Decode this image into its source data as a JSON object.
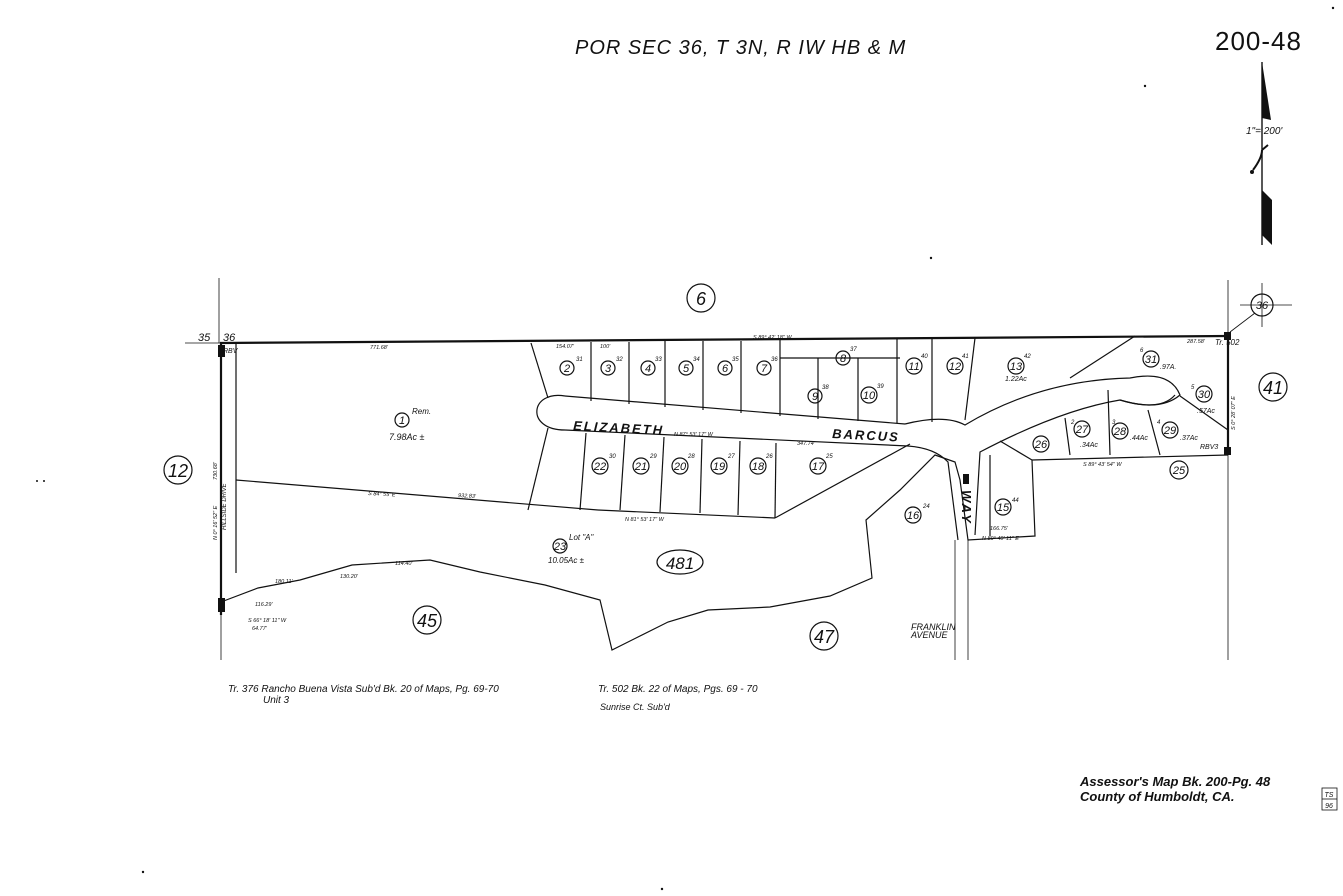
{
  "header": {
    "title": "POR SEC 36, T 3N, R IW  HB & M",
    "map_number": "200-48",
    "scale": "1\"= 200'"
  },
  "parcels": {
    "main_book_page": "481",
    "adjacent": [
      "6",
      "12",
      "45",
      "47",
      "41",
      "36",
      "25"
    ],
    "lots": [
      {
        "circle": "1",
        "upper": "",
        "lower": "7.98Ac ±",
        "note": "Rem."
      },
      {
        "circle": "2",
        "upper": "31"
      },
      {
        "circle": "3",
        "upper": "32"
      },
      {
        "circle": "4",
        "upper": "33"
      },
      {
        "circle": "5",
        "upper": "34"
      },
      {
        "circle": "6",
        "upper": "35"
      },
      {
        "circle": "7",
        "upper": "36"
      },
      {
        "circle": "8",
        "upper": "37"
      },
      {
        "circle": "9",
        "upper": "38"
      },
      {
        "circle": "10",
        "upper": "39"
      },
      {
        "circle": "11",
        "upper": "40"
      },
      {
        "circle": "12",
        "upper": "41"
      },
      {
        "circle": "13",
        "upper": "42",
        "lower": "1.22Ac"
      },
      {
        "circle": "15",
        "upper": "44"
      },
      {
        "circle": "16",
        "upper": "24"
      },
      {
        "circle": "17",
        "upper": "25"
      },
      {
        "circle": "18",
        "upper": "26"
      },
      {
        "circle": "19",
        "upper": "27"
      },
      {
        "circle": "20",
        "upper": "28"
      },
      {
        "circle": "21",
        "upper": "29"
      },
      {
        "circle": "22",
        "upper": "30"
      },
      {
        "circle": "23",
        "upper": "Lot \"A\"",
        "lower": "10.05Ac ±"
      },
      {
        "circle": "26",
        "upper": ""
      },
      {
        "circle": "27",
        "upper": "2",
        "lower": ".34Ac"
      },
      {
        "circle": "28",
        "upper": "3",
        "lower": ".44Ac"
      },
      {
        "circle": "29",
        "upper": "4",
        "lower": ".37Ac"
      },
      {
        "circle": "30",
        "upper": "5",
        "lower": ".57Ac"
      },
      {
        "circle": "31",
        "upper": "6",
        "lower": ".97A."
      }
    ]
  },
  "streets": {
    "elizabeth": "ELIZABETH",
    "barcus": "BARCUS",
    "way": "WAY",
    "franklin": "FRANKLIN",
    "avenue": "AVENUE",
    "hillside": "HILLSIDE DRIVE"
  },
  "section_corner": {
    "left": "35",
    "right": "36"
  },
  "survey_notes": {
    "tr376_line1": "Tr. 376 Rancho Buena Vista Sub'd Bk. 20 of Maps, Pg. 69-70",
    "tr376_line2": "Unit 3",
    "tr502_line1": "Tr. 502 Bk. 22 of Maps, Pgs. 69 - 70",
    "tr502_line2": "Sunrise Ct. Sub'd",
    "tr502_label": "Tr. 502",
    "rbv": "RBV",
    "rbv3": "RBV3"
  },
  "footer": {
    "line1": "Assessor's Map Bk. 200-Pg. 48",
    "line2": "County of Humboldt, CA.",
    "stamp_top": "TS",
    "stamp_bottom": "96"
  },
  "dimensions": {
    "top_line": "S 89° 42' 18\" W",
    "d771": "771.68'",
    "d932": "932.83'",
    "s84": "S 84° 55' E",
    "d347": "347.74'",
    "n87": "N 87° 53' 17\" W",
    "n81": "N 81° 53' 17\" W",
    "s89b": "S 89° 43' 54\" W",
    "s0e": "S 0° 28' 07\" E",
    "n0": "N 0° 16' 52\" E",
    "d730": "730.68'",
    "n89": "N 89° 40' 11\" E",
    "d287": "287.58'",
    "s66": "S 66° 18' 11\" W",
    "d64": "64.77'",
    "d166": "166.75'",
    "d130": "130.20'",
    "d180": "180.11'",
    "d114": "114.40'",
    "d154": "154.07'",
    "d100": "100'",
    "d116": "116.29'"
  },
  "symbols": {
    "north": "north-arrow",
    "corner": "section-corner-icon"
  }
}
